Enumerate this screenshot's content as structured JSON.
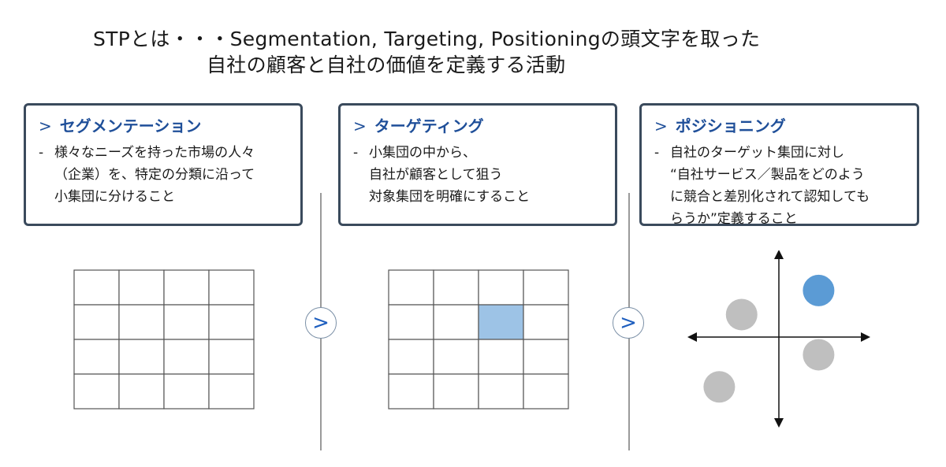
{
  "header": {
    "title_line1": "STPとは・・・Segmentation, Targeting, Positioningの頭文字を取った",
    "title_line2": "自社の顧客と自社の価値を定義する活動"
  },
  "cards": [
    {
      "chevron": ">",
      "heading": "セグメンテーション",
      "bullet": "-",
      "lines": [
        "様々なニーズを持った市場の人々",
        "（企業）を、特定の分類に沿って",
        "小集団に分けること"
      ]
    },
    {
      "chevron": ">",
      "heading": "ターゲティング",
      "bullet": "-",
      "lines": [
        "小集団の中から、",
        "自社が顧客として狙う",
        "対象集団を明確にすること"
      ]
    },
    {
      "chevron": ">",
      "heading": "ポジショニング",
      "bullet": "-",
      "lines": [
        "自社のターゲット集団に対し",
        "“自社サービス／製品をどのよう",
        "に競合と差別化されて認知しても",
        "らうか”定義すること"
      ]
    }
  ],
  "arrows": [
    ">",
    ">"
  ],
  "segmentation_grid": {
    "rows": 4,
    "cols": 4,
    "highlight": null
  },
  "targeting_grid": {
    "rows": 4,
    "cols": 4,
    "highlight": {
      "row": 1,
      "col": 2
    }
  },
  "positioning_map": {
    "points": [
      {
        "x": 0.48,
        "y": 0.58,
        "kind": "self"
      },
      {
        "x": -0.45,
        "y": 0.28,
        "kind": "competitor"
      },
      {
        "x": 0.48,
        "y": -0.22,
        "kind": "competitor"
      },
      {
        "x": -0.72,
        "y": -0.62,
        "kind": "competitor"
      }
    ]
  },
  "colors": {
    "accent": "#1f4f99",
    "card_border": "#3a4a5c",
    "grid_line": "#555555",
    "highlight": "#9dc3e6",
    "self_point": "#5b9bd5",
    "competitor_point": "#bfbfbf"
  }
}
